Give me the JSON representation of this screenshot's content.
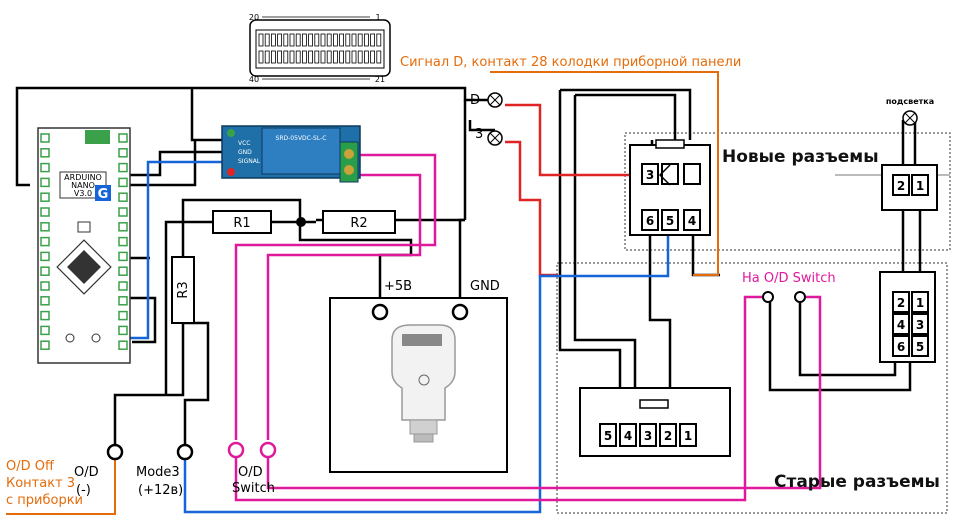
{
  "signal_d_label": "Сигнал D, контакт 28 колодки приборной панели",
  "new_connectors_label": "Новые разъемы",
  "old_connectors_label": "Старые разъемы",
  "od_switch_label": "На O/D Switch",
  "podsvetka_label": "подсветка",
  "lamp_d_label": "D",
  "lamp_3_label": "3",
  "plus5v_label": "+5В",
  "gnd_label": "GND",
  "r1_label": "R1",
  "r2_label": "R2",
  "r3_label": "R3",
  "od_off_label": [
    "O/D Off",
    "Контакт 3",
    "с приборки"
  ],
  "od_minus_label": [
    "O/D",
    "(-)"
  ],
  "mode3_label": [
    "Mode3",
    "(+12в)"
  ],
  "od_switch_term_label": [
    "O/D",
    "Switch"
  ],
  "panel_connector": {
    "top_left": "20",
    "top_right": "1",
    "bottom_left": "40",
    "bottom_right": "21"
  },
  "relay_pins": [
    "VCC",
    "GND",
    "SIGNAL"
  ],
  "relay_model": "SRD-05VDC-SL-C",
  "arduino_text": [
    "ARDUINO",
    "NANO",
    "V3.0"
  ],
  "new_connector_pins": [
    "3",
    "6",
    "5",
    "4"
  ],
  "new_connector_right_pins": [
    "2",
    "1"
  ],
  "old_connector_right_pins": [
    "2",
    "1",
    "4",
    "3",
    "6",
    "5"
  ],
  "old_connector_bottom_pins": [
    "5",
    "4",
    "3",
    "2",
    "1"
  ]
}
